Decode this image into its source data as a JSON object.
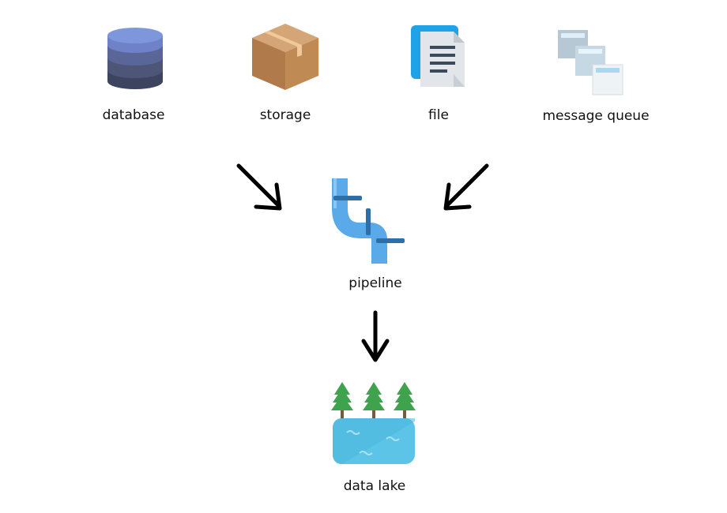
{
  "sources": [
    {
      "label": "database",
      "icon": "database-icon"
    },
    {
      "label": "storage",
      "icon": "box-icon"
    },
    {
      "label": "file",
      "icon": "document-icon"
    },
    {
      "label": "message queue",
      "icon": "message-queue-icon"
    }
  ],
  "pipeline": {
    "label": "pipeline",
    "icon": "pipe-icon"
  },
  "sink": {
    "label": "data lake",
    "icon": "lake-icon"
  },
  "colors": {
    "pipe": "#5aa9e8",
    "pipe_joint": "#2f6fa8",
    "lake": "#5cc4e6",
    "tree": "#3fa34d",
    "arrow": "#000000"
  }
}
